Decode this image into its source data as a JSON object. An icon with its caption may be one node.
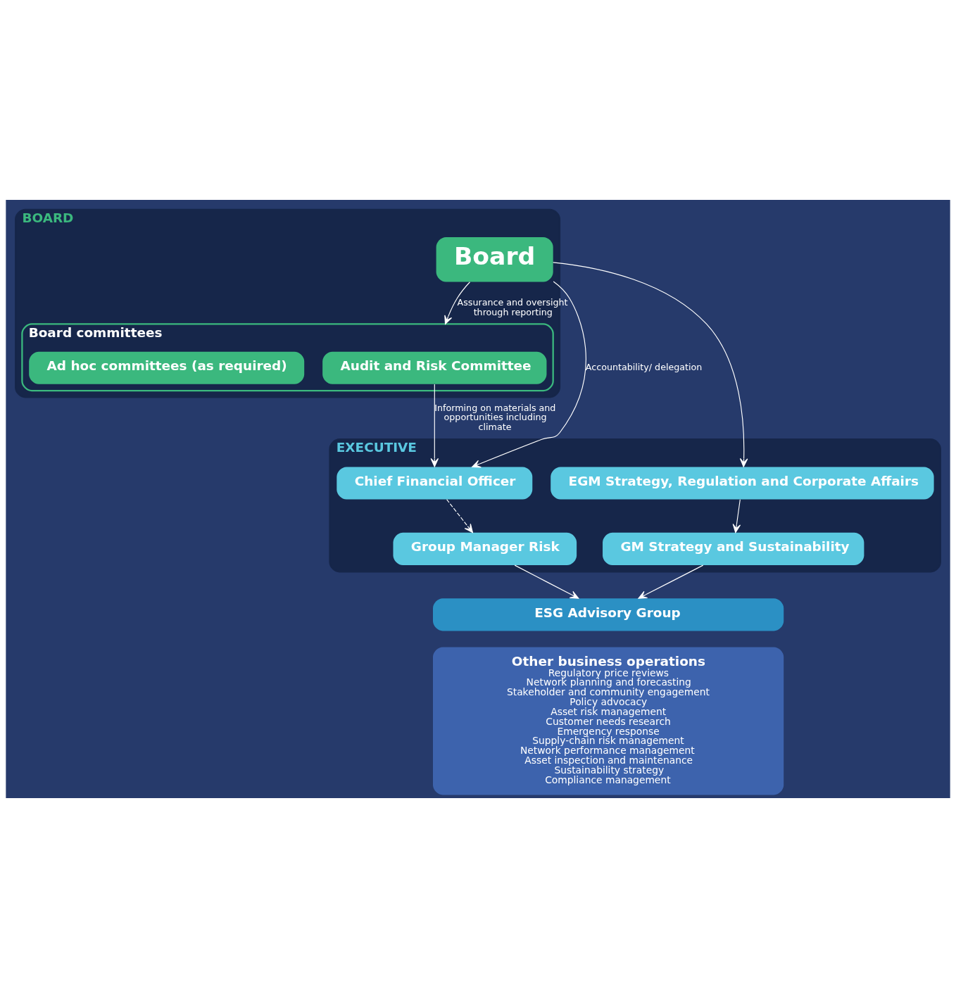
{
  "diagram": {
    "nodes": [
      {
        "text": [
          "BOARD"
        ]
      },
      {
        "text": [
          "Board"
        ],
        "in": 0
      },
      {
        "text": [
          "Board committees"
        ],
        "in": 0
      },
      {
        "text": [
          "Audit and Risk Committee"
        ],
        "in": 2
      },
      {
        "text": [
          "Ad hoc committees (as required)"
        ],
        "in": 2
      },
      {
        "text": [
          "EXECUTIVE"
        ]
      },
      {
        "text": [
          "Chief Financial Officer"
        ],
        "in": 5
      },
      {
        "text": [
          "EGM Strategy, Regulation and Corporate Affairs"
        ],
        "in": 5
      },
      {
        "text": [
          "Group Manager Risk"
        ],
        "in": 5
      },
      {
        "text": [
          "GM Strategy and Sustainability"
        ],
        "in": 5
      },
      {
        "text": [
          "ESG Advisory Group"
        ]
      },
      {
        "text": [
          "Other business operations",
          "Regulatory price reviews",
          "Network planning and forecasting",
          "Stakeholder and community engagement",
          "Policy advocacy",
          "Asset risk management",
          "Customer needs research",
          "Emergency response",
          "Supply-chain risk management",
          "Network performance management",
          "Asset inspection and maintenance",
          "Sustainability strategy",
          "Compliance management"
        ]
      }
    ],
    "edges": [
      {
        "from": 1,
        "to": 2,
        "arrow": "to",
        "label": "Assurance and oversight through reporting"
      },
      {
        "from": 1,
        "to": 6,
        "arrow": "to",
        "label": "Accountability/ delegation"
      },
      {
        "from": 1,
        "to": 7,
        "arrow": "to"
      },
      {
        "from": 3,
        "to": 6,
        "arrow": "to",
        "label": "Informing on materials and opportunities including climate"
      },
      {
        "from": 6,
        "to": 8,
        "arrow": "to",
        "style": "dashed"
      },
      {
        "from": 7,
        "to": 9,
        "arrow": "to"
      },
      {
        "from": 8,
        "to": 10,
        "arrow": "to"
      },
      {
        "from": 9,
        "to": 10,
        "arrow": "to"
      }
    ]
  }
}
